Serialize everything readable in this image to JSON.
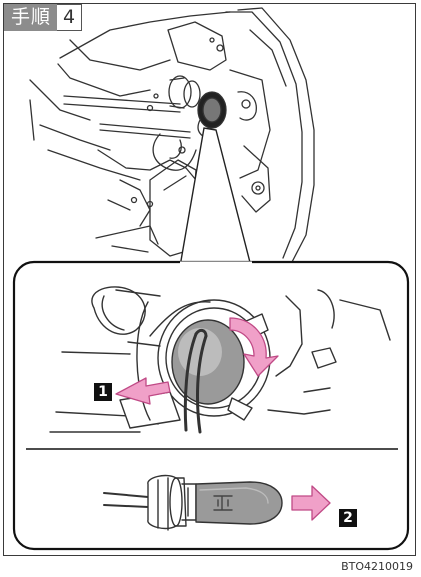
{
  "step": {
    "label": "手順",
    "number": "4"
  },
  "callouts": {
    "one": "1",
    "two": "2"
  },
  "figure_code": "BTO4210019",
  "colors": {
    "arrow_pink": "#f0a0c8",
    "arrow_stroke": "#c04a86",
    "step_label_bg": "#8c8c8c",
    "line": "#333333"
  }
}
